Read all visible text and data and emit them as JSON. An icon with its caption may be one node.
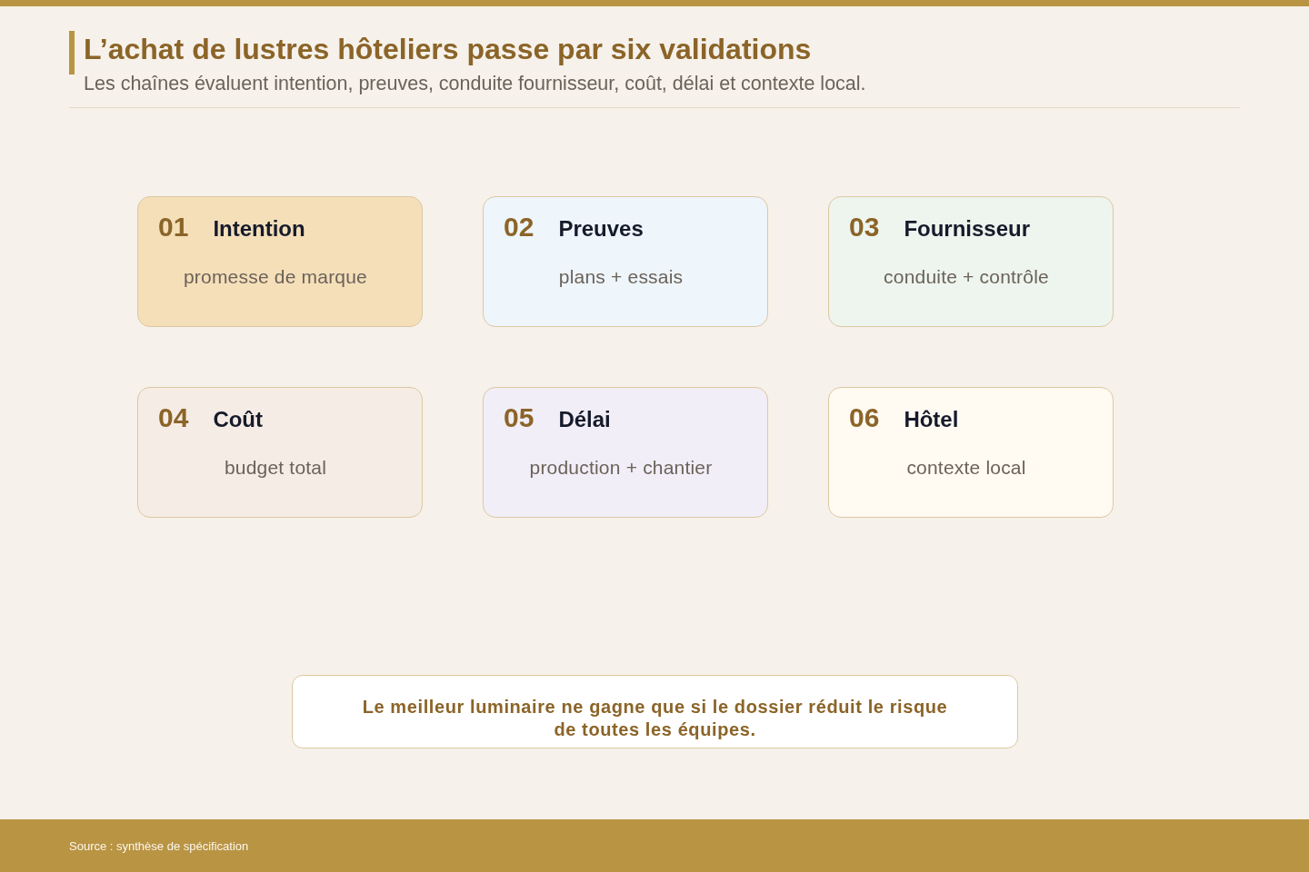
{
  "diagram": {
    "title": "L’achat de lustres hôteliers passe par six validations",
    "nodes": [
      {
        "text": [
          "01",
          "Intention",
          "promesse de marque"
        ]
      },
      {
        "text": [
          "02",
          "Preuves",
          "plans + essais"
        ]
      },
      {
        "text": [
          "03",
          "Fournisseur",
          "conduite + contrôle"
        ]
      },
      {
        "text": [
          "04",
          "Coût",
          "budget total"
        ]
      },
      {
        "text": [
          "05",
          "Délai",
          "production + chantier"
        ]
      },
      {
        "text": [
          "06",
          "Hôtel",
          "contexte local"
        ]
      },
      {
        "text": [
          "Le meilleur luminaire ne gagne que si le dossier réduit le risque de toutes les équipes."
        ]
      }
    ],
    "labels": [
      "Les chaînes évaluent intention, preuves, conduite fournisseur, coût, délai et contexte local.",
      "Source : synthèse de spécification"
    ]
  }
}
